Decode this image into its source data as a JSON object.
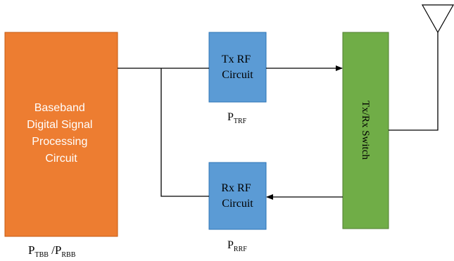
{
  "baseband_block": {
    "lines": [
      "Baseband",
      "Digital Signal",
      "Processing",
      "Circuit"
    ],
    "power_main": "P",
    "power_sub_tx": "TBB",
    "power_separator": " /P",
    "power_sub_rx": "RBB",
    "fill_color": "#ed7d31"
  },
  "tx_rf_block": {
    "lines": [
      "Tx RF",
      "Circuit"
    ],
    "power_main": "P",
    "power_sub": "TRF",
    "fill_color": "#5b9bd5"
  },
  "rx_rf_block": {
    "lines": [
      "Rx RF",
      "Circuit"
    ],
    "power_main": "P",
    "power_sub": "RRF",
    "fill_color": "#5b9bd5"
  },
  "switch_block": {
    "label": "Tx/Rx Switch",
    "fill_color": "#70ad47"
  }
}
